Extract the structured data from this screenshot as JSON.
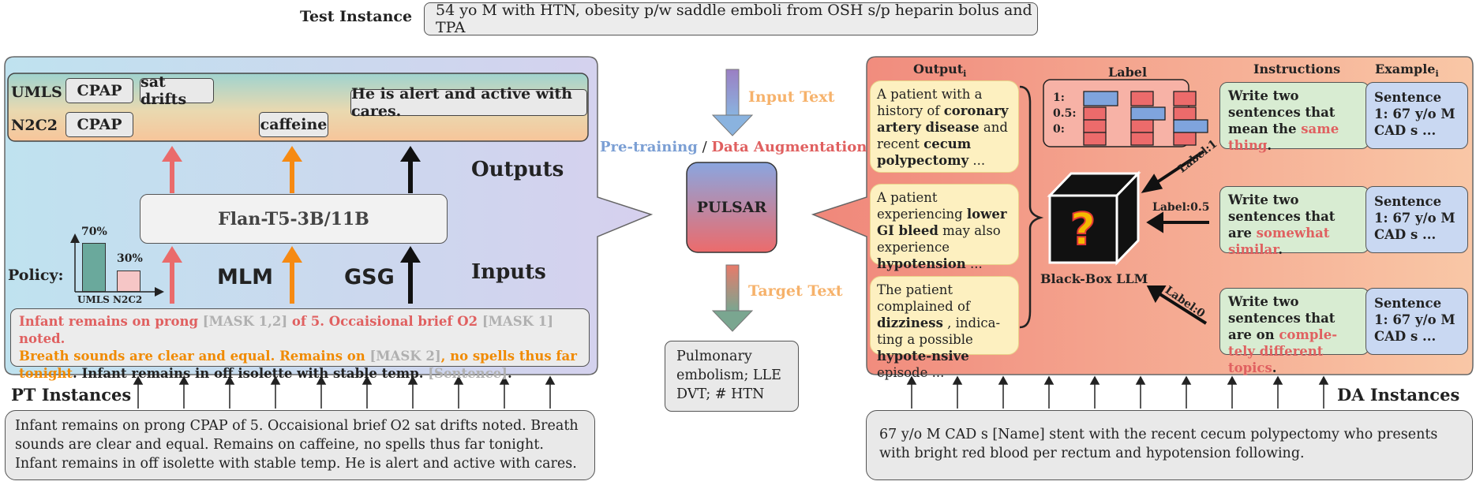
{
  "test_instance": {
    "label": "Test Instance",
    "text": "54 yo M with HTN, obesity p/w saddle emboli from OSH s/p heparin bolus and TPA"
  },
  "left_panel": {
    "umls_label": "UMLS",
    "n2c2_label": "N2C2",
    "umls_chips": [
      "CPAP",
      "sat drifts"
    ],
    "n2c2_chips": [
      "CPAP",
      "caffeine"
    ],
    "sentence_chip": "He is alert and active with cares.",
    "outputs_label": "Outputs",
    "inputs_label": "Inputs",
    "model_label": "Flan-T5-3B/11B",
    "mlm_label": "MLM",
    "gsg_label": "GSG",
    "policy": {
      "label": "Policy:",
      "bars": [
        {
          "name": "UMLS",
          "value": 70,
          "value_label": "70%",
          "color": "#6aa99c"
        },
        {
          "name": "N2C2",
          "value": 30,
          "value_label": "30%",
          "color": "#f6c6c6"
        }
      ],
      "axis_caption": "UMLS N2C2"
    },
    "masked_input": {
      "l1_a": "Infant remains on prong ",
      "l1_mask": "[MASK 1,2]",
      "l1_b": " of 5. Occaisional brief O2 ",
      "l1_mask2": "[MASK 1]",
      "l1_c": " noted.",
      "l2_a": "Breath sounds are clear and equal. Remains on ",
      "l2_mask": "[MASK 2]",
      "l2_b": ", no spells thus far",
      "l3_a": "tonight",
      "l3_b": ".  Infant remains in off isolette with stable temp. ",
      "l3_mask": "[Sentence]",
      "l3_c": "."
    }
  },
  "pt_instances": {
    "label": "PT Instances",
    "text": "Infant remains on prong CPAP of 5. Occaisional brief O2 sat drifts noted. Breath sounds are clear and equal. Remains on caffeine, no spells thus far tonight.  Infant remains in off isolette with stable temp. He is alert and active with cares."
  },
  "center": {
    "input_text_label": "Input Text",
    "pretraining_label": "Pre-training",
    "slash": " / ",
    "da_label": "Data  Augmentation",
    "pulsar_label": "PULSAR",
    "target_text_label": "Target Text",
    "target_text": "Pulmonary embolism; LLE DVT; # HTN"
  },
  "right_panel": {
    "col_output": "Output",
    "col_output_sub": "i",
    "col_label": "Label",
    "col_instructions": "Instructions",
    "col_example": "Example",
    "col_example_sub": "i",
    "label_ticks": [
      "1:",
      "0.5:",
      "0:"
    ],
    "black_box_label": "Black-Box LLM",
    "label_arrows": [
      "Label:1",
      "Label:0.5",
      "Label:0"
    ],
    "outputs": [
      {
        "t1": "A patient with a history of ",
        "b1": "coronary artery disease",
        "t2": " and recent ",
        "b2": "cecum polypectomy",
        "t3": " ..."
      },
      {
        "t1": "A patient experiencing ",
        "b1": "lower GI bleed",
        "t2": " may also experience ",
        "b2": "hypotension",
        "t3": " ..."
      },
      {
        "t1": "The patient complained of ",
        "b1": "dizziness",
        "t2": " , indica-ting a possible ",
        "b2": "hypote-nsive",
        "t3": " episode ..."
      }
    ],
    "instructions": [
      {
        "a": "Write two sentences that mean the ",
        "hl": "same thing",
        "b": "."
      },
      {
        "a": "Write two sentences that are ",
        "hl": "somewhat similar",
        "b": "."
      },
      {
        "a": "Write two sentences that are on ",
        "hl": "comple-tely different topics",
        "b": "."
      }
    ],
    "examples": [
      "Sentence 1: 67 y/o M CAD s ...",
      "Sentence 1: 67 y/o M CAD s ...",
      "Sentence 1: 67 y/o M CAD s ..."
    ]
  },
  "da_instances": {
    "label": "DA Instances",
    "text": "67 y/o M CAD s [Name] stent with the recent cecum polypectomy who presents with bright red blood per rectum and hypotension following."
  }
}
